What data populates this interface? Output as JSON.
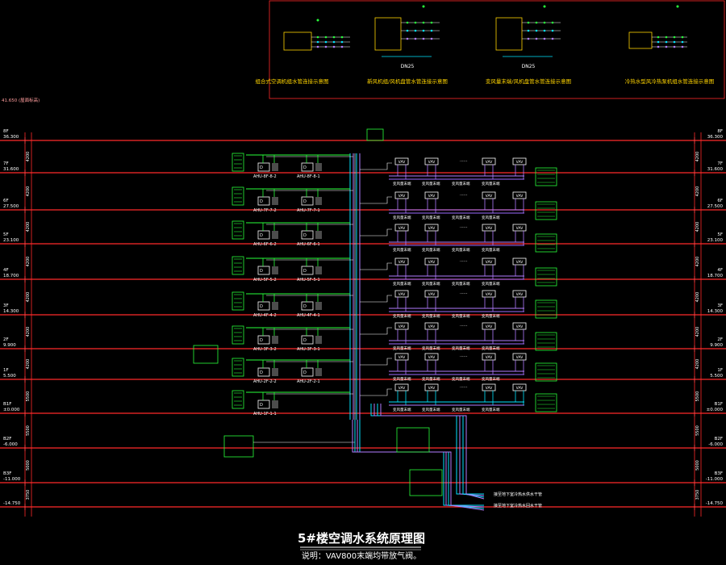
{
  "title": "5#楼空调水系统原理图",
  "note": "说明：VAV800末端均带放气阀。",
  "top_level_label": "41.650 (屋面标高)",
  "floors": [
    {
      "name": "8F",
      "elev": "36.300",
      "height": "4200"
    },
    {
      "name": "7F",
      "elev": "31.600",
      "height": "4200"
    },
    {
      "name": "6F",
      "elev": "27.500",
      "height": "4200"
    },
    {
      "name": "5F",
      "elev": "23.100",
      "height": "4200"
    },
    {
      "name": "4F",
      "elev": "18.700",
      "height": "4200"
    },
    {
      "name": "3F",
      "elev": "14.300",
      "height": "4200"
    },
    {
      "name": "2F",
      "elev": "9.900",
      "height": "4200"
    },
    {
      "name": "1F",
      "elev": "5.500",
      "height": "5500"
    },
    {
      "name": "B1F",
      "elev": "±0.000",
      "height": "5500"
    },
    {
      "name": "B2F",
      "elev": "-6.000",
      "height": "5000"
    },
    {
      "name": "B3F",
      "elev": "-11.000",
      "height": "3750"
    },
    {
      "name": "",
      "elev": "-14.750",
      "height": ""
    }
  ],
  "left_units": [
    [
      "AHU-8F-8-2",
      "AHU-8F-8-1"
    ],
    [
      "AHU-7F-7-2",
      "AHU-7F-7-1"
    ],
    [
      "AHU-6F-6-2",
      "AHU-6F-6-1"
    ],
    [
      "AHU-5F-5-2",
      "AHU-5F-5-1"
    ],
    [
      "AHU-4F-4-2",
      "AHU-4F-4-1"
    ],
    [
      "AHU-3F-3-2",
      "AHU-3F-3-1"
    ],
    [
      "AHU-2F-2-2",
      "AHU-2F-2-1"
    ],
    [
      "AHU-1F-1-1"
    ]
  ],
  "right_units": [
    "VAV",
    "VAV",
    "......",
    "VAV",
    "VAV"
  ],
  "vav_labels": [
    "变风量末端",
    "变风量末端",
    "变风量末端",
    "变风量末端"
  ],
  "legend_panels": [
    {
      "caption": "组合式空调机组水管连接示意图"
    },
    {
      "caption": "新风机组/风机盘管水管连接示意图",
      "tag": "DN25"
    },
    {
      "caption": "变风量末端/风机盘管水管连接示意图",
      "tag": "DN25"
    },
    {
      "caption": "冷热水型风冷热泵机组水管连接示意图"
    }
  ],
  "bottom_pipe_labels": [
    "接至地下室冷热水供水干管",
    "接至地下室冷热水回水干管"
  ],
  "colors": {
    "floor_line": "#ff2a2a",
    "supply": "#00e5ff",
    "return": "#b27bff",
    "green": "#27ff3a",
    "white": "#ffffff",
    "frame": "#ff2a2a"
  }
}
